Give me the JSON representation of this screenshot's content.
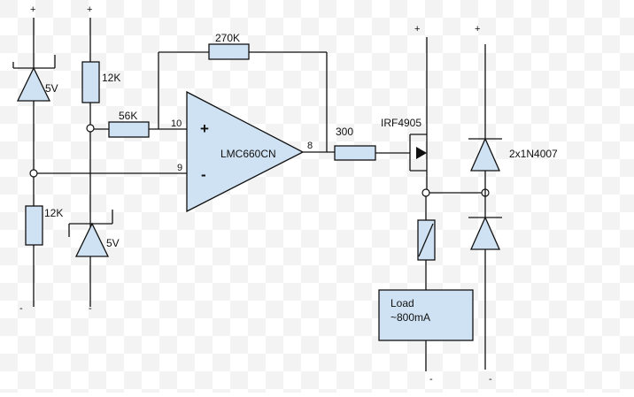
{
  "components": {
    "zener_top": "5V",
    "zener_bottom": "5V",
    "r_vdiv_top": "12K",
    "r_vdiv_bottom": "12K",
    "r_input": "56K",
    "r_feedback": "270K",
    "r_gate": "300",
    "opamp": "LMC660CN",
    "mosfet": "IRF4905",
    "diodes": "2x1N4007",
    "load_line1": "Load",
    "load_line2": "~800mA"
  },
  "pins": {
    "noninverting": "10",
    "inverting": "9",
    "output": "8",
    "plus_symbol": "+",
    "minus_symbol": "-"
  },
  "supply": {
    "plus": "+",
    "minus": "-"
  },
  "colors": {
    "component_fill": "#cfe2f3",
    "stroke": "#111111"
  }
}
